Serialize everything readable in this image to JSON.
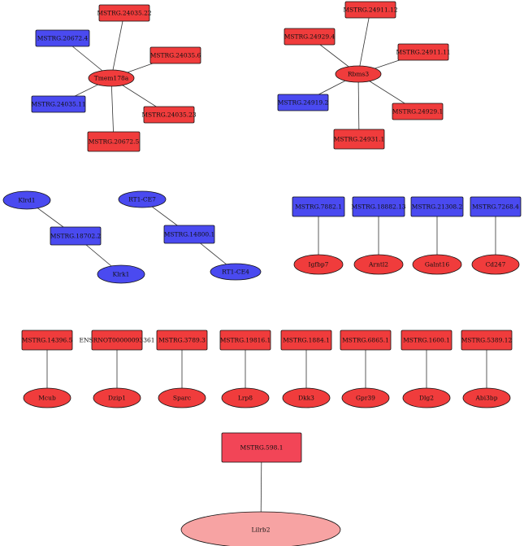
{
  "colors": {
    "red": "#f03c3c",
    "blue": "#4a4af0",
    "pink_rect": "#f24557",
    "pink_ellipse": "#f7a3a3"
  },
  "nodes": [
    {
      "id": "n1",
      "label": "MSTRG.24035.22",
      "shape": "rect",
      "color": "red"
    },
    {
      "id": "n2",
      "label": "MSTRG.20672.4",
      "shape": "rect",
      "color": "blue"
    },
    {
      "id": "n3",
      "label": "MSTRG.24035.6",
      "shape": "rect",
      "color": "red"
    },
    {
      "id": "n4",
      "label": "Tmem178a",
      "shape": "ellipse",
      "color": "red"
    },
    {
      "id": "n5",
      "label": "MSTRG.24035.11",
      "shape": "rect",
      "color": "blue"
    },
    {
      "id": "n6",
      "label": "MSTRG.24035.23",
      "shape": "rect",
      "color": "red"
    },
    {
      "id": "n7",
      "label": "MSTRG.20672.5",
      "shape": "rect",
      "color": "red"
    },
    {
      "id": "n8",
      "label": "MSTRG.24911.12",
      "shape": "rect",
      "color": "red"
    },
    {
      "id": "n9",
      "label": "MSTRG.24929.4",
      "shape": "rect",
      "color": "red"
    },
    {
      "id": "n10",
      "label": "MSTRG.24911.11",
      "shape": "rect",
      "color": "red"
    },
    {
      "id": "n11",
      "label": "Rbms3",
      "shape": "ellipse",
      "color": "red"
    },
    {
      "id": "n12",
      "label": "MSTRG.24919.2",
      "shape": "rect",
      "color": "blue"
    },
    {
      "id": "n13",
      "label": "MSTRG.24929.1",
      "shape": "rect",
      "color": "red"
    },
    {
      "id": "n14",
      "label": "MSTRG.24931.1",
      "shape": "rect",
      "color": "red"
    },
    {
      "id": "n15",
      "label": "Klrd1",
      "shape": "ellipse",
      "color": "blue"
    },
    {
      "id": "n16",
      "label": "MSTRG.18702.2",
      "shape": "rect",
      "color": "blue"
    },
    {
      "id": "n17",
      "label": "Klrk1",
      "shape": "ellipse",
      "color": "blue"
    },
    {
      "id": "n18",
      "label": "RT1-CE7",
      "shape": "ellipse",
      "color": "blue"
    },
    {
      "id": "n19",
      "label": "MSTRG.14800.1",
      "shape": "rect",
      "color": "blue"
    },
    {
      "id": "n20",
      "label": "RT1-CE4",
      "shape": "ellipse",
      "color": "blue"
    },
    {
      "id": "n21",
      "label": "MSTRG.7882.1",
      "shape": "rect",
      "color": "blue"
    },
    {
      "id": "n22",
      "label": "Igfbp7",
      "shape": "ellipse",
      "color": "red"
    },
    {
      "id": "n23",
      "label": "MSTRG.18882.13",
      "shape": "rect",
      "color": "blue"
    },
    {
      "id": "n24",
      "label": "Arntl2",
      "shape": "ellipse",
      "color": "red"
    },
    {
      "id": "n25",
      "label": "MSTRG.21308.2",
      "shape": "rect",
      "color": "blue"
    },
    {
      "id": "n26",
      "label": "Galnt16",
      "shape": "ellipse",
      "color": "red"
    },
    {
      "id": "n27",
      "label": "MSTRG.7268.4",
      "shape": "rect",
      "color": "blue"
    },
    {
      "id": "n28",
      "label": "Cd247",
      "shape": "ellipse",
      "color": "red"
    },
    {
      "id": "n29",
      "label": "MSTRG.14396.5",
      "shape": "rect",
      "color": "red"
    },
    {
      "id": "n30",
      "label": "Mcub",
      "shape": "ellipse",
      "color": "red"
    },
    {
      "id": "n31",
      "label": "ENSRNOT00000093361",
      "shape": "rect",
      "color": "red"
    },
    {
      "id": "n32",
      "label": "Dzip1",
      "shape": "ellipse",
      "color": "red"
    },
    {
      "id": "n33",
      "label": "MSTRG.3789.3",
      "shape": "rect",
      "color": "red"
    },
    {
      "id": "n34",
      "label": "Sparc",
      "shape": "ellipse",
      "color": "red"
    },
    {
      "id": "n35",
      "label": "MSTRG.19816.1",
      "shape": "rect",
      "color": "red"
    },
    {
      "id": "n36",
      "label": "Lrp8",
      "shape": "ellipse",
      "color": "red"
    },
    {
      "id": "n37",
      "label": "MSTRG.1884.1",
      "shape": "rect",
      "color": "red"
    },
    {
      "id": "n38",
      "label": "Dkk3",
      "shape": "ellipse",
      "color": "red"
    },
    {
      "id": "n39",
      "label": "MSTRG.6865.1",
      "shape": "rect",
      "color": "red"
    },
    {
      "id": "n40",
      "label": "Gpr39",
      "shape": "ellipse",
      "color": "red"
    },
    {
      "id": "n41",
      "label": "MSTRG.1600.1",
      "shape": "rect",
      "color": "red"
    },
    {
      "id": "n42",
      "label": "Dlg2",
      "shape": "ellipse",
      "color": "red"
    },
    {
      "id": "n43",
      "label": "MSTRG.5389.12",
      "shape": "rect",
      "color": "red"
    },
    {
      "id": "n44",
      "label": "Abi3bp",
      "shape": "ellipse",
      "color": "red"
    },
    {
      "id": "n45",
      "label": "MSTRG.598.1",
      "shape": "rect",
      "color": "pink_rect"
    },
    {
      "id": "n46",
      "label": "Lilrb2",
      "shape": "ellipse",
      "color": "pink_ellipse"
    }
  ],
  "edges": [
    [
      "n4",
      "n1"
    ],
    [
      "n4",
      "n2"
    ],
    [
      "n4",
      "n3"
    ],
    [
      "n4",
      "n5"
    ],
    [
      "n4",
      "n6"
    ],
    [
      "n4",
      "n7"
    ],
    [
      "n11",
      "n8"
    ],
    [
      "n11",
      "n9"
    ],
    [
      "n11",
      "n10"
    ],
    [
      "n11",
      "n12"
    ],
    [
      "n11",
      "n13"
    ],
    [
      "n11",
      "n14"
    ],
    [
      "n15",
      "n16"
    ],
    [
      "n16",
      "n17"
    ],
    [
      "n18",
      "n19"
    ],
    [
      "n19",
      "n20"
    ],
    [
      "n21",
      "n22"
    ],
    [
      "n23",
      "n24"
    ],
    [
      "n25",
      "n26"
    ],
    [
      "n27",
      "n28"
    ],
    [
      "n29",
      "n30"
    ],
    [
      "n31",
      "n32"
    ],
    [
      "n33",
      "n34"
    ],
    [
      "n35",
      "n36"
    ],
    [
      "n37",
      "n38"
    ],
    [
      "n39",
      "n40"
    ],
    [
      "n41",
      "n42"
    ],
    [
      "n43",
      "n44"
    ],
    [
      "n45",
      "n46"
    ]
  ]
}
